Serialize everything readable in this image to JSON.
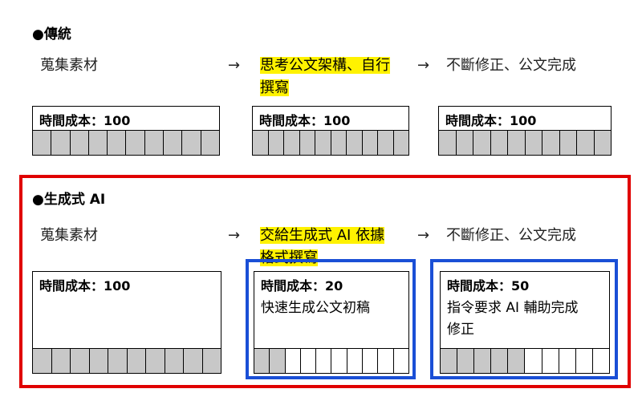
{
  "traditional": {
    "heading": "●傳統",
    "steps": [
      "蒐集素材",
      "思考公文架構、自行撰寫",
      "不斷修正、公文完成"
    ],
    "arrow": "→",
    "boxes": [
      {
        "cost_label": "時間成本：100",
        "filled": 10,
        "total": 10
      },
      {
        "cost_label": "時間成本：100",
        "filled": 10,
        "total": 10
      },
      {
        "cost_label": "時間成本：100",
        "filled": 10,
        "total": 10
      }
    ]
  },
  "generative": {
    "heading": "●生成式 AI",
    "steps": [
      "蒐集素材",
      "交給生成式 AI 依據格式撰寫",
      "不斷修正、公文完成"
    ],
    "arrow": "→",
    "boxes": [
      {
        "cost_label": "時間成本：100",
        "desc": "",
        "filled": 10,
        "total": 10
      },
      {
        "cost_label": "時間成本：20",
        "desc": "快速生成公文初稿",
        "filled": 2,
        "total": 10
      },
      {
        "cost_label": "時間成本：50",
        "desc": "指令要求 AI 輔助完成修正",
        "filled": 5,
        "total": 10
      }
    ]
  },
  "colors": {
    "highlight": "#fff200",
    "red_frame": "#e00000",
    "blue_frame": "#1a4fd6",
    "filled_cell": "#c8c8c8"
  }
}
